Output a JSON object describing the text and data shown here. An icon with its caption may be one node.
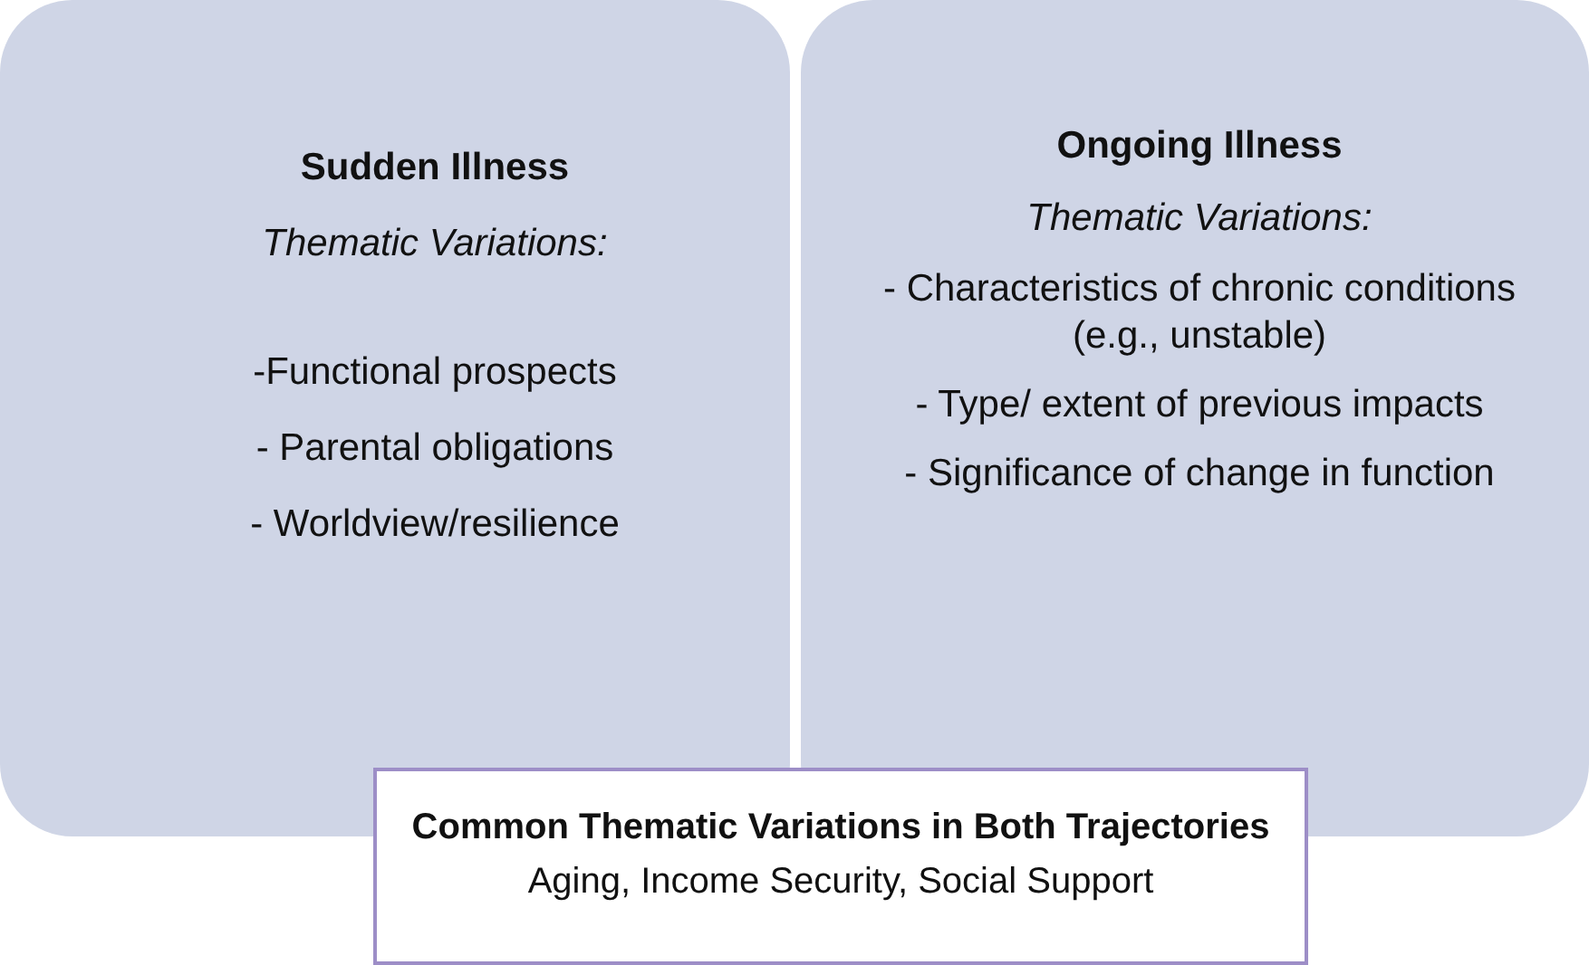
{
  "diagram": {
    "nodes": [
      {
        "text": [
          "Sudden Illness",
          "Thematic Variations:",
          "-Functional prospects",
          "- Parental obligations",
          "- Worldview/resilience"
        ]
      },
      {
        "text": [
          "Ongoing Illness",
          "Thematic Variations:",
          "- Characteristics of chronic conditions (e.g., unstable)",
          "- Type/ extent of previous impacts",
          "- Significance of change in function"
        ]
      },
      {
        "text": [
          "Common Thematic Variations in Both Trajectories",
          "Aging, Income Security, Social Support"
        ]
      }
    ]
  }
}
